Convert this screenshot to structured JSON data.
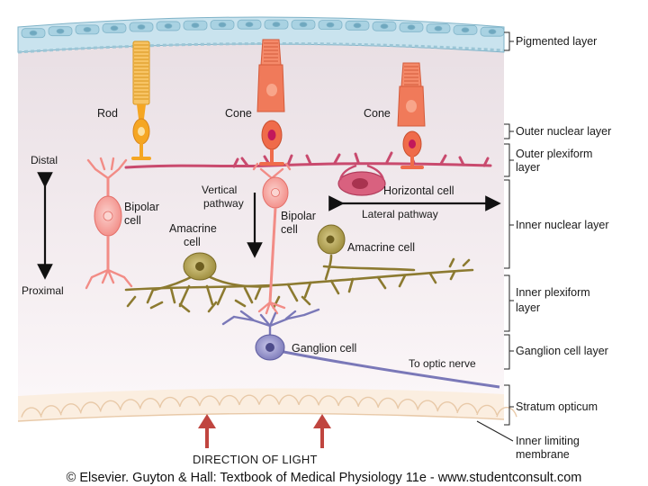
{
  "diagram": {
    "layers": [
      {
        "id": "pigmented",
        "label": "Pigmented layer"
      },
      {
        "id": "outer_nuclear",
        "label": "Outer nuclear layer"
      },
      {
        "id": "outer_plexiform",
        "label": "Outer plexiform layer",
        "lines": [
          "Outer plexiform",
          "layer"
        ]
      },
      {
        "id": "inner_nuclear",
        "label": "Inner nuclear layer"
      },
      {
        "id": "inner_plexiform",
        "label": "Inner plexiform layer",
        "lines": [
          "Inner plexiform",
          "layer"
        ]
      },
      {
        "id": "ganglion_cell",
        "label": "Ganglion cell layer"
      },
      {
        "id": "stratum_opticum",
        "label": "Stratum opticum"
      },
      {
        "id": "inner_limiting",
        "label": "Inner limiting membrane",
        "lines": [
          "Inner limiting",
          "membrane"
        ]
      }
    ],
    "cell_labels": {
      "rod": "Rod",
      "cone1": "Cone",
      "cone2": "Cone",
      "bipolar1": "Bipolar cell",
      "bipolar1_lines": [
        "Bipolar",
        "cell"
      ],
      "bipolar2": "Bipolar cell",
      "bipolar2_lines": [
        "Bipolar",
        "cell"
      ],
      "amacrine1": "Amacrine cell",
      "amacrine1_lines": [
        "Amacrine",
        "cell"
      ],
      "amacrine2": "Amacrine cell",
      "horizontal": "Horizontal cell",
      "ganglion": "Ganglion cell"
    },
    "pathways": {
      "vertical": "Vertical pathway",
      "vertical_lines": [
        "Vertical",
        "pathway"
      ],
      "lateral": "Lateral pathway"
    },
    "axis": {
      "distal": "Distal",
      "proximal": "Proximal"
    },
    "optic_nerve": "To optic nerve",
    "light_direction": "DIRECTION OF LIGHT",
    "credit": "© Elsevier. Guyton & Hall: Textbook of Medical Physiology 11e - www.studentconsult.com",
    "colors": {
      "rod": "#f5a623",
      "cone": "#ef6b4a",
      "bipolar": "#f28c86",
      "horizontal": "#c94a6e",
      "amacrine": "#8c7a30",
      "ganglion": "#7a78b8",
      "light_arrow": "#c0453f",
      "background_top": "#ece4e8",
      "background_bottom": "#faf4f6"
    }
  }
}
